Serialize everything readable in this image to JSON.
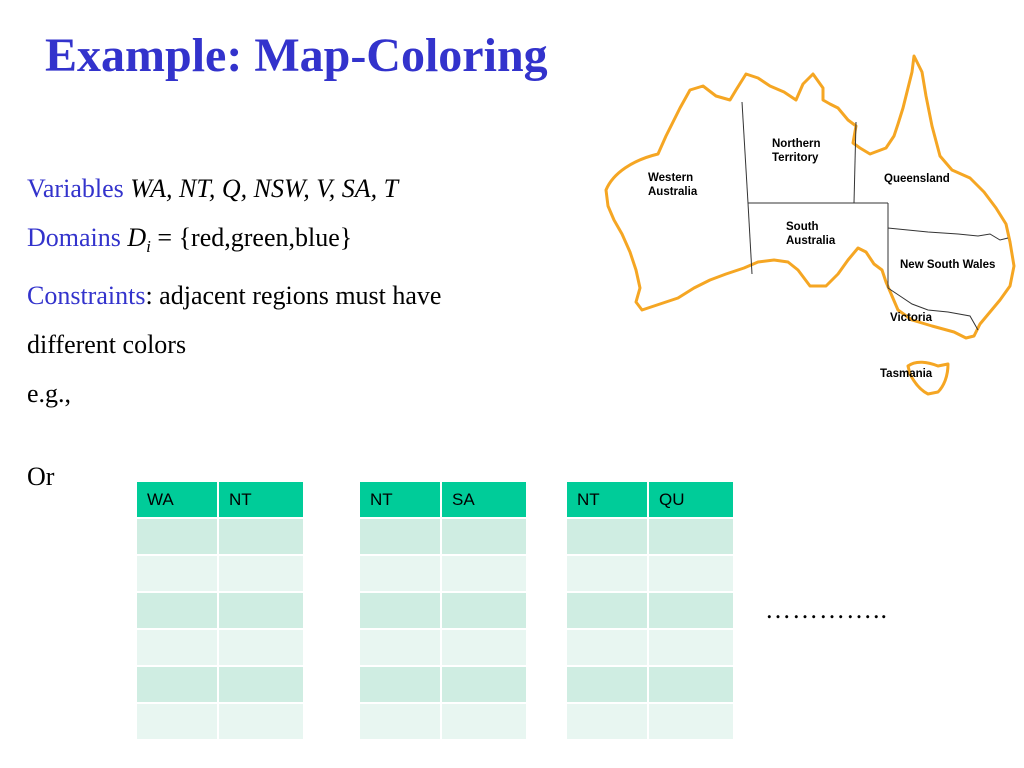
{
  "title": "Example: Map-Coloring",
  "variables": {
    "label": "Variables",
    "value": "WA, NT, Q, NSW, V, SA, T"
  },
  "domains": {
    "label": "Domains",
    "symbol": "D",
    "subscript": "i",
    "value": " = {red,green,blue}"
  },
  "constraints": {
    "label": "Constraints",
    "text_1": ": adjacent regions must have",
    "text_2": "different colors"
  },
  "eg": "e.g.,",
  "or": "Or",
  "ellipsis": "…………..",
  "map": {
    "labels": {
      "wa_1": "Western",
      "wa_2": "Australia",
      "nt_1": "Northern",
      "nt_2": "Territory",
      "qld": "Queensland",
      "sa_1": "South",
      "sa_2": "Australia",
      "nsw": "New South Wales",
      "vic": "Victoria",
      "tas": "Tasmania"
    },
    "outline_color": "#f5a623"
  },
  "tables": [
    {
      "headers": [
        "WA",
        "NT"
      ],
      "rows": [
        [
          "",
          ""
        ],
        [
          "",
          ""
        ],
        [
          "",
          ""
        ],
        [
          "",
          ""
        ],
        [
          "",
          ""
        ],
        [
          "",
          ""
        ]
      ]
    },
    {
      "headers": [
        "NT",
        "SA"
      ],
      "rows": [
        [
          "",
          ""
        ],
        [
          "",
          ""
        ],
        [
          "",
          ""
        ],
        [
          "",
          ""
        ],
        [
          "",
          ""
        ],
        [
          "",
          ""
        ]
      ]
    },
    {
      "headers": [
        "NT",
        "QU"
      ],
      "rows": [
        [
          "",
          ""
        ],
        [
          "",
          ""
        ],
        [
          "",
          ""
        ],
        [
          "",
          ""
        ],
        [
          "",
          ""
        ],
        [
          "",
          ""
        ]
      ]
    }
  ],
  "colors": {
    "title": "#3333cc",
    "header": "#00cc99",
    "row_dark": "#cfede2",
    "row_light": "#e8f6f1"
  }
}
